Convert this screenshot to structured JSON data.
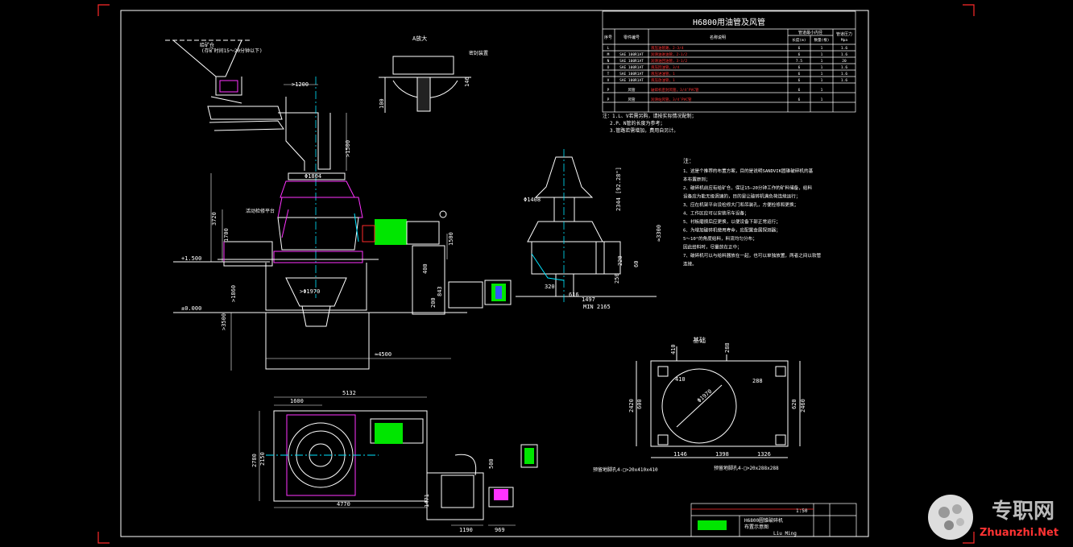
{
  "table": {
    "title": "H6800用油管及风管",
    "headers": [
      "序号",
      "零件编号",
      "名称说明",
      "管道最小内径",
      "管道压力"
    ],
    "subheaders": [
      "长度(m)",
      "数量(根)",
      "Mpa"
    ],
    "rows": [
      {
        "id": "L",
        "code": "",
        "desc": "液压油管路，2-3/4",
        "len": "6",
        "qty": "1",
        "p": "1.6"
      },
      {
        "id": "M",
        "code": "SAE 100R1AT",
        "desc": "润滑油进油管，2-1/2",
        "len": "6",
        "qty": "1",
        "p": "1.6"
      },
      {
        "id": "N",
        "code": "SAE 100R1AT",
        "desc": "润滑油回油管，3-1/2",
        "len": "7.5",
        "qty": "1",
        "p": "20"
      },
      {
        "id": "O",
        "code": "SAE 100R1AT",
        "desc": "液压回油管，3/4",
        "len": "6",
        "qty": "1",
        "p": "1.6"
      },
      {
        "id": "T",
        "code": "SAE 100R1AT",
        "desc": "液压进油管，1",
        "len": "6",
        "qty": "1",
        "p": "1.6"
      },
      {
        "id": "V",
        "code": "SAE 100R1AT",
        "desc": "液压放油管，1",
        "len": "6",
        "qty": "1",
        "p": "1.6"
      },
      {
        "id": "P",
        "code": "风管",
        "desc": "破碎机密封风管，3/4″PVC管",
        "len": "6",
        "qty": "1",
        "p": ""
      },
      {
        "id": "P",
        "code": "风管",
        "desc": "润滑站风管，3/4″PVC管",
        "len": "6",
        "qty": "1",
        "p": ""
      }
    ],
    "footnotes": [
      "注：1.L、V若需另购，请按实际情况配制；",
      "2.P、N管的长度为参考；",
      "3.管路若需增加，费用自另计。"
    ]
  },
  "notes": {
    "heading": "注：",
    "lines": [
      "1、这是个推荐的布置方案，目的是说明SANDVIK圆锥破碎机的基",
      "本布置原则；",
      "2、破碎机前应有给矿仓，保证15—20分钟工作的矿料储备，给料",
      "设备应为能无级调速的，目的是让破碎机满负荷连续运行；",
      "3、应在机架平台设检修大门和吊装孔，方便检修和更换；",
      "4、工作区应可以安装吊车设备；",
      "5、衬板磨损后应更换，以便设备下部正常运行；",
      "6、为增加破碎机使用寿命，应配置金属探测器；",
      "5～10°的角度给料，料流均匀分布；",
      "因此给料时，尽量放在正中；",
      "7、破碎机可以与给料器放在一起，也可以单独放置，两者之间以软管",
      "连接。"
    ]
  },
  "view_labels": {
    "detail_a": "A放大",
    "feed": "给矿仓",
    "feed_note": "(存矿时间15～20分钟以下)",
    "foundation": "基础",
    "platform": "活动检修平台",
    "seal": "密封装置"
  },
  "dimensions": {
    "d1200": ">1200",
    "d1500": ">1500",
    "d1804": "Φ1804",
    "d3720": "3720",
    "d1700": "1700",
    "d1500b": "1500",
    "lvl1500": "+1.500",
    "lvl0": "±0.000",
    "d1970": ">Φ1970",
    "d400": "400",
    "d843": "843",
    "d200": "200",
    "d4500": "≈4500",
    "d3500": ">3500",
    "d1860": ">1860",
    "d1408": "Φ1408",
    "d2344": "2344 [92.28\"]",
    "d3300": "≈3300",
    "d320": "320",
    "d616": "616",
    "d1497": "1497",
    "dmin": "MIN 2165",
    "d250": "250",
    "d220": "220",
    "d60": "60",
    "d100": "100",
    "d146": "146",
    "d5132": "5132",
    "d1600": "1600",
    "d2780": "2780",
    "d2150": "2150",
    "d4770": "4770",
    "d1471": "1471",
    "d500": "500",
    "d1190": "1190",
    "d969": "969",
    "f410a": "410",
    "f288a": "288",
    "f410b": "410",
    "f288b": "288",
    "f2420": "2420",
    "f600": "600",
    "f620": "620",
    "f2460": "2460",
    "f1146": "1146",
    "f1398": "1398",
    "f1326": "1326",
    "f1970": "Φ1970",
    "bolt1": "预留地脚孔4-□>20x410x410",
    "bolt2": "预留地脚孔4-□>20x288x288"
  },
  "title_block": {
    "name": "H6800圆锥破碎机",
    "sub": "布置示意图",
    "author": "Liu Ming",
    "mark": "1:50"
  },
  "watermark": {
    "cn": "专职网",
    "en": "Zhuanzhi.Net"
  },
  "colors": {
    "line": "#ffffff",
    "cyan": "#00e5ff",
    "magenta": "#ff33ff",
    "green": "#00e600",
    "yellow": "#ffff00",
    "red": "#ff2a2a",
    "blue": "#3355ff"
  }
}
